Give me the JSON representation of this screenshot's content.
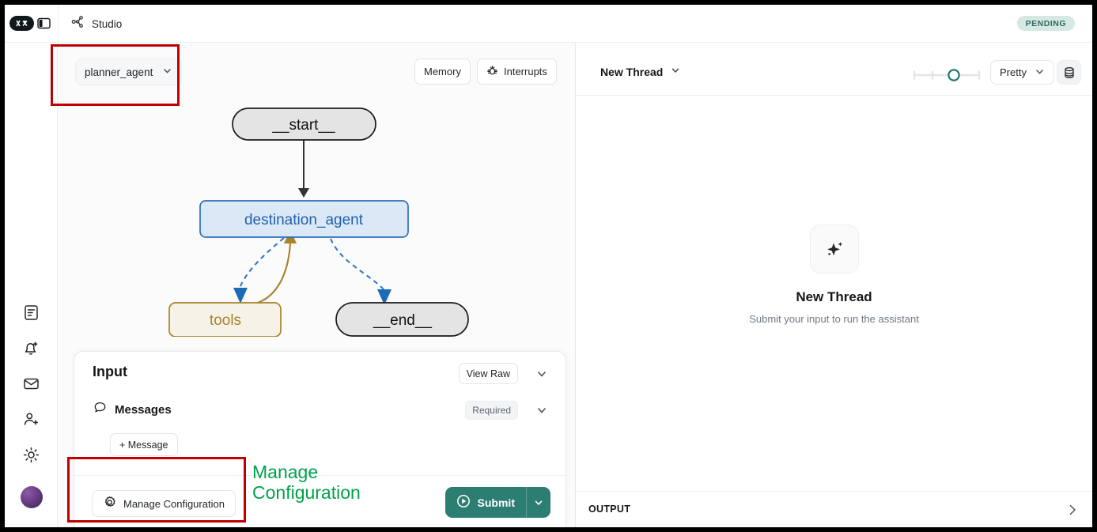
{
  "topbar": {
    "logo_icon": "langsmith-logo-icon",
    "panel_toggle_icon": "panel-toggle-icon",
    "studio_icon": "graph-nodes-icon",
    "studio_label": "Studio",
    "status_badge": "PENDING",
    "status_badge_bg": "#d6e8e3",
    "status_badge_color": "#2f6b60"
  },
  "rail": {
    "items": [
      {
        "icon": "document-icon",
        "name": "sidebar-item-docs"
      },
      {
        "icon": "bell-plus-icon",
        "name": "sidebar-item-notifications"
      },
      {
        "icon": "envelope-icon",
        "name": "sidebar-item-inbox"
      },
      {
        "icon": "person-plus-icon",
        "name": "sidebar-item-invite"
      },
      {
        "icon": "sun-icon",
        "name": "sidebar-item-theme"
      }
    ],
    "avatar_name": "user-avatar"
  },
  "graph_panel": {
    "agent_select_value": "planner_agent",
    "memory_label": "Memory",
    "interrupts_label": "Interrupts",
    "interrupts_icon": "bug-icon",
    "nodes": [
      {
        "id": "start",
        "label": "__start__",
        "shape": "pill",
        "fill": "#e4e4e4",
        "stroke": "#1a1a1a",
        "text": "#111111"
      },
      {
        "id": "destination_agent",
        "label": "destination_agent",
        "shape": "rounded-rect",
        "fill": "#dbe9f7",
        "stroke": "#2f6fb5",
        "text": "#2160a8"
      },
      {
        "id": "tools",
        "label": "tools",
        "shape": "rounded-rect",
        "fill": "#f6f2e7",
        "stroke": "#a9822c",
        "text": "#a9822c"
      },
      {
        "id": "end",
        "label": "__end__",
        "shape": "pill",
        "fill": "#e4e4e4",
        "stroke": "#1a1a1a",
        "text": "#111111"
      }
    ],
    "edges": [
      {
        "from": "start",
        "to": "destination_agent",
        "style": "solid",
        "color": "#333333"
      },
      {
        "from": "destination_agent",
        "to": "tools",
        "style": "dashed",
        "color": "#2f79c4"
      },
      {
        "from": "tools",
        "to": "destination_agent",
        "style": "solid",
        "color": "#a9822c"
      },
      {
        "from": "destination_agent",
        "to": "end",
        "style": "dashed",
        "color": "#2f79c4"
      }
    ]
  },
  "input_card": {
    "title": "Input",
    "view_raw_label": "View Raw",
    "collapse_icon": "chevron-down-icon",
    "messages_label": "Messages",
    "messages_icon": "speech-bubble-icon",
    "required_label": "Required",
    "add_message_label": "+ Message",
    "manage_config_label": "Manage Configuration",
    "manage_config_icon": "gear-icon",
    "submit_label": "Submit",
    "submit_icon": "play-circle-icon",
    "submit_chevron_icon": "chevron-down-icon",
    "submit_color": "#2c7d72"
  },
  "annotations": {
    "color_box": "#c00000",
    "color_text": "#00a14b",
    "callout_text": "Manage\nConfiguration"
  },
  "thread_panel": {
    "thread_title": "New Thread",
    "thread_chevron_icon": "chevron-down-icon",
    "slider_icon": "zoom-slider",
    "slider_value": 62,
    "slider_handle_color": "#2c7d72",
    "format_label": "Pretty",
    "format_chevron_icon": "chevron-down-icon",
    "db_icon": "database-icon",
    "empty_icon": "sparkle-icon",
    "empty_title": "New Thread",
    "empty_subtitle": "Submit your input to run the assistant",
    "output_label": "OUTPUT",
    "output_chevron_icon": "chevron-right-icon"
  }
}
